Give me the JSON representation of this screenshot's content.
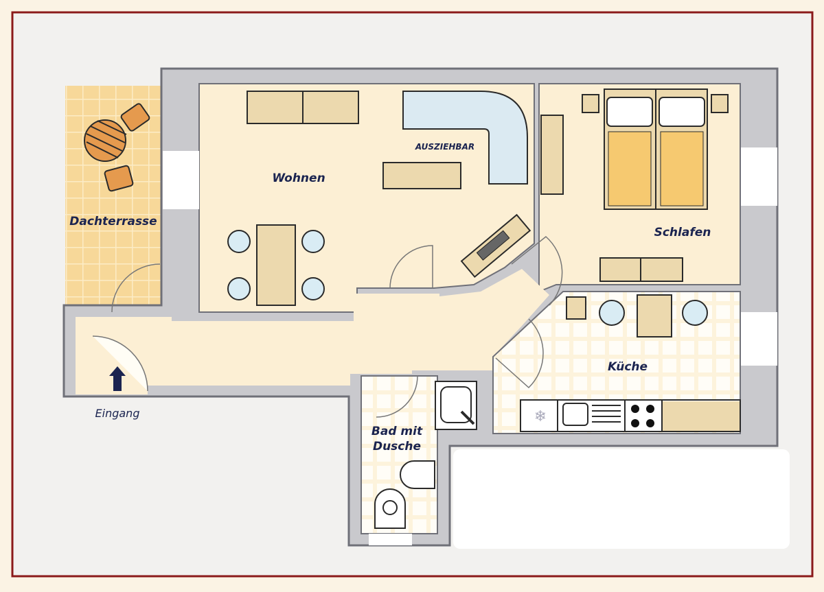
{
  "rooms": {
    "living": "Wohnen",
    "sofa_note": "AUSZIEHBAR",
    "terrace": "Dachterrasse",
    "bedroom": "Schlafen",
    "kitchen": "Küche",
    "bath_line1": "Bad mit",
    "bath_line2": "Dusche",
    "entrance": "Eingang"
  },
  "colors": {
    "frame": "#8b1a1a",
    "wall": "#c9c9cd",
    "floor": "#fcefd4",
    "terrace": "#f7d899",
    "text": "#1b2450"
  }
}
